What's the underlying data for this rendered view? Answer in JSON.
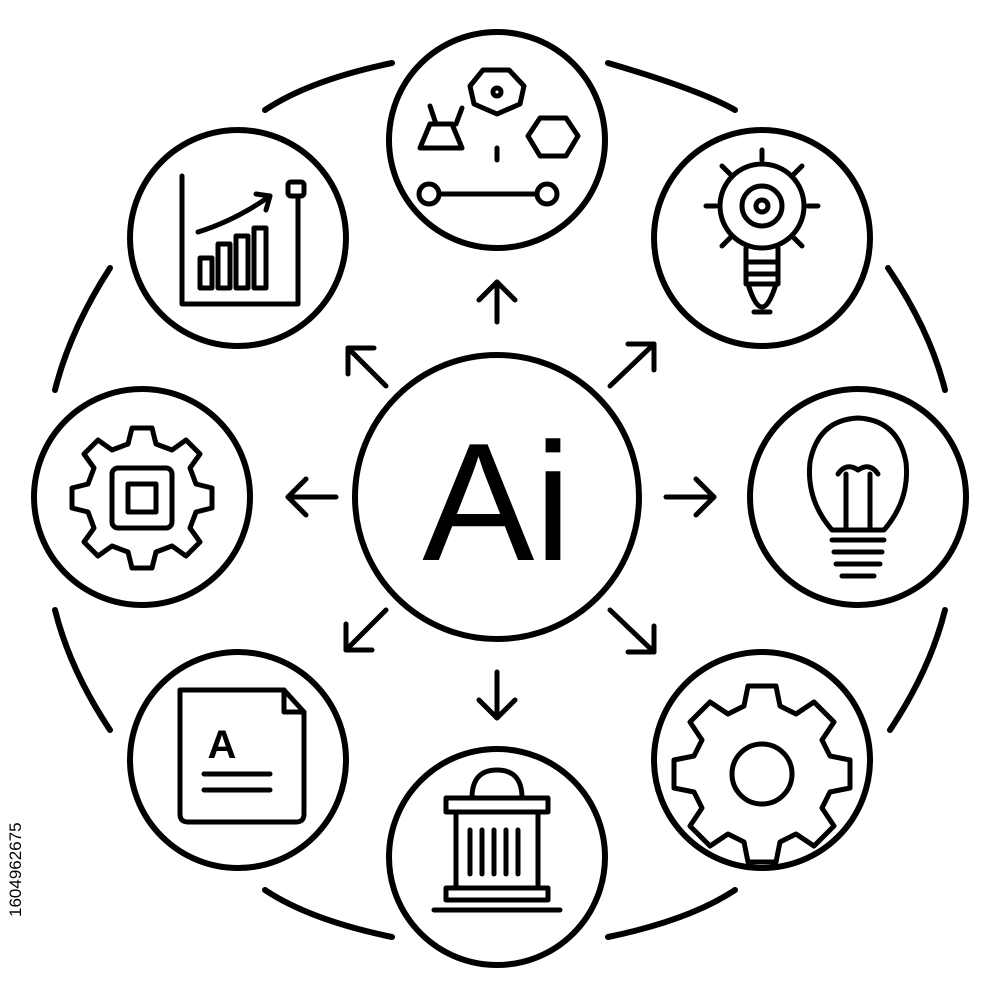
{
  "center": {
    "label": "Ai"
  },
  "document_icon": {
    "letter": "A"
  },
  "stock_id": "1604962675",
  "colors": {
    "line": "#000000",
    "background": "#ffffff"
  },
  "icons": [
    "network-nodes-icon",
    "gear-lightbulb-icon",
    "lightbulb-icon",
    "gear-icon",
    "museum-building-icon",
    "document-a-icon",
    "chip-gear-icon",
    "growth-chart-icon"
  ]
}
